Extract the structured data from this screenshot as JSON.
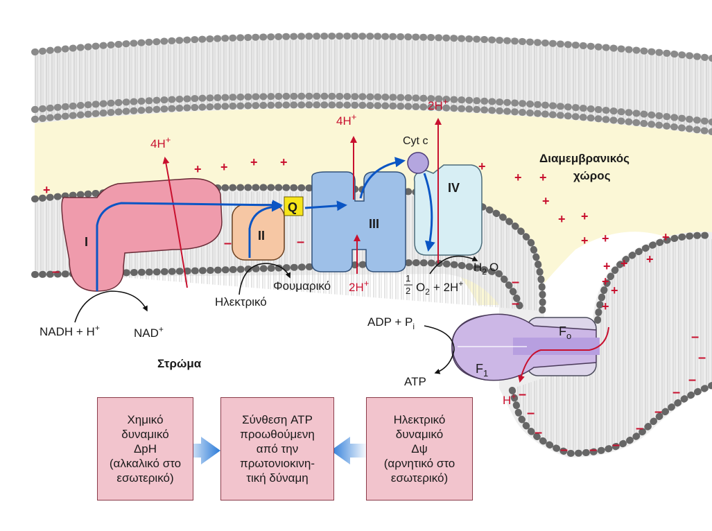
{
  "labels": {
    "complex_i": "I",
    "complex_ii": "II",
    "complex_iii": "III",
    "complex_iv": "IV",
    "ubiquinone": "Q",
    "cyt_c": "Cyt c",
    "f0": "F",
    "f0_sub": "o",
    "f1": "F",
    "f1_sub": "1",
    "proton_4h_1": "4H",
    "proton_4h_2": "4H",
    "proton_2h_top": "2H",
    "proton_2h_iii": "2H",
    "proton_h_atp": "H",
    "plus": "+",
    "nadh": "NADH + H",
    "nad": "NAD",
    "succinate": "Ηλεκτρικό",
    "fumarate": "Φουμαρικό",
    "half_1": "1",
    "half_2": "2",
    "o2": "O",
    "o2_sub": "2",
    "o2_plus": "+ 2H",
    "water": "H",
    "water_sub": "2",
    "water_o": "O",
    "adp": "ADP + P",
    "adp_sub": "i",
    "atp": "ATP",
    "intermembrane_1": "Διαμεμβρανικός",
    "intermembrane_2": "χώρος",
    "matrix": "Στρώμα"
  },
  "boxes": {
    "chemical": [
      "Χημικό",
      "δυναμικό",
      "ΔpH",
      "(αλκαλικό στο",
      "εσωτερικό)"
    ],
    "synthesis": [
      "Σύνθεση ATP",
      "προωθούμενη",
      "από την",
      "πρωτονιοκινη-",
      "τική δύναμη"
    ],
    "electric": [
      "Ηλεκτρικό",
      "δυναμικό",
      "Δψ",
      "(αρνητικό στο",
      "εσωτερικό)"
    ]
  },
  "colors": {
    "proton_red": "#c8102e",
    "electron_blue": "#0a55c4",
    "box_fill": "#f2c4cd",
    "membrane_yellow": "#fbf7d6"
  }
}
